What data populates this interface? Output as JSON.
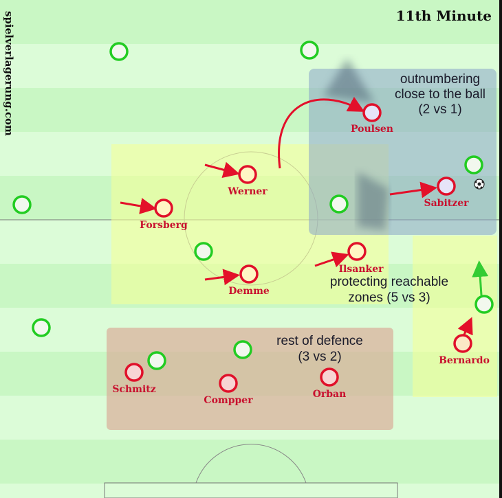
{
  "title": "11th Minute",
  "watermark": "spielverlagerung.com",
  "colors": {
    "home_stroke": "#e0102a",
    "away_stroke": "#22cc22",
    "arrow": "#e3102a",
    "pitch_dark": "#c9f7c4",
    "pitch_light": "#dcfcd8"
  },
  "zones": [
    {
      "label": "outnumbering",
      "label2": "close to the ball",
      "label3": "(2 vs 1)"
    },
    {
      "label": "protecting reachable",
      "label2": "zones (5 vs 3)"
    },
    {
      "label": "rest of defence",
      "label2": "(3 vs 2)"
    }
  ],
  "home_players": [
    {
      "name": "Poulsen"
    },
    {
      "name": "Werner"
    },
    {
      "name": "Forsberg"
    },
    {
      "name": "Sabitzer"
    },
    {
      "name": "Demme"
    },
    {
      "name": "Ilsanker"
    },
    {
      "name": "Bernardo"
    },
    {
      "name": "Schmitz"
    },
    {
      "name": "Compper"
    },
    {
      "name": "Orban"
    }
  ],
  "away_player_count": 10,
  "ball_icon": "soccer-ball-icon"
}
